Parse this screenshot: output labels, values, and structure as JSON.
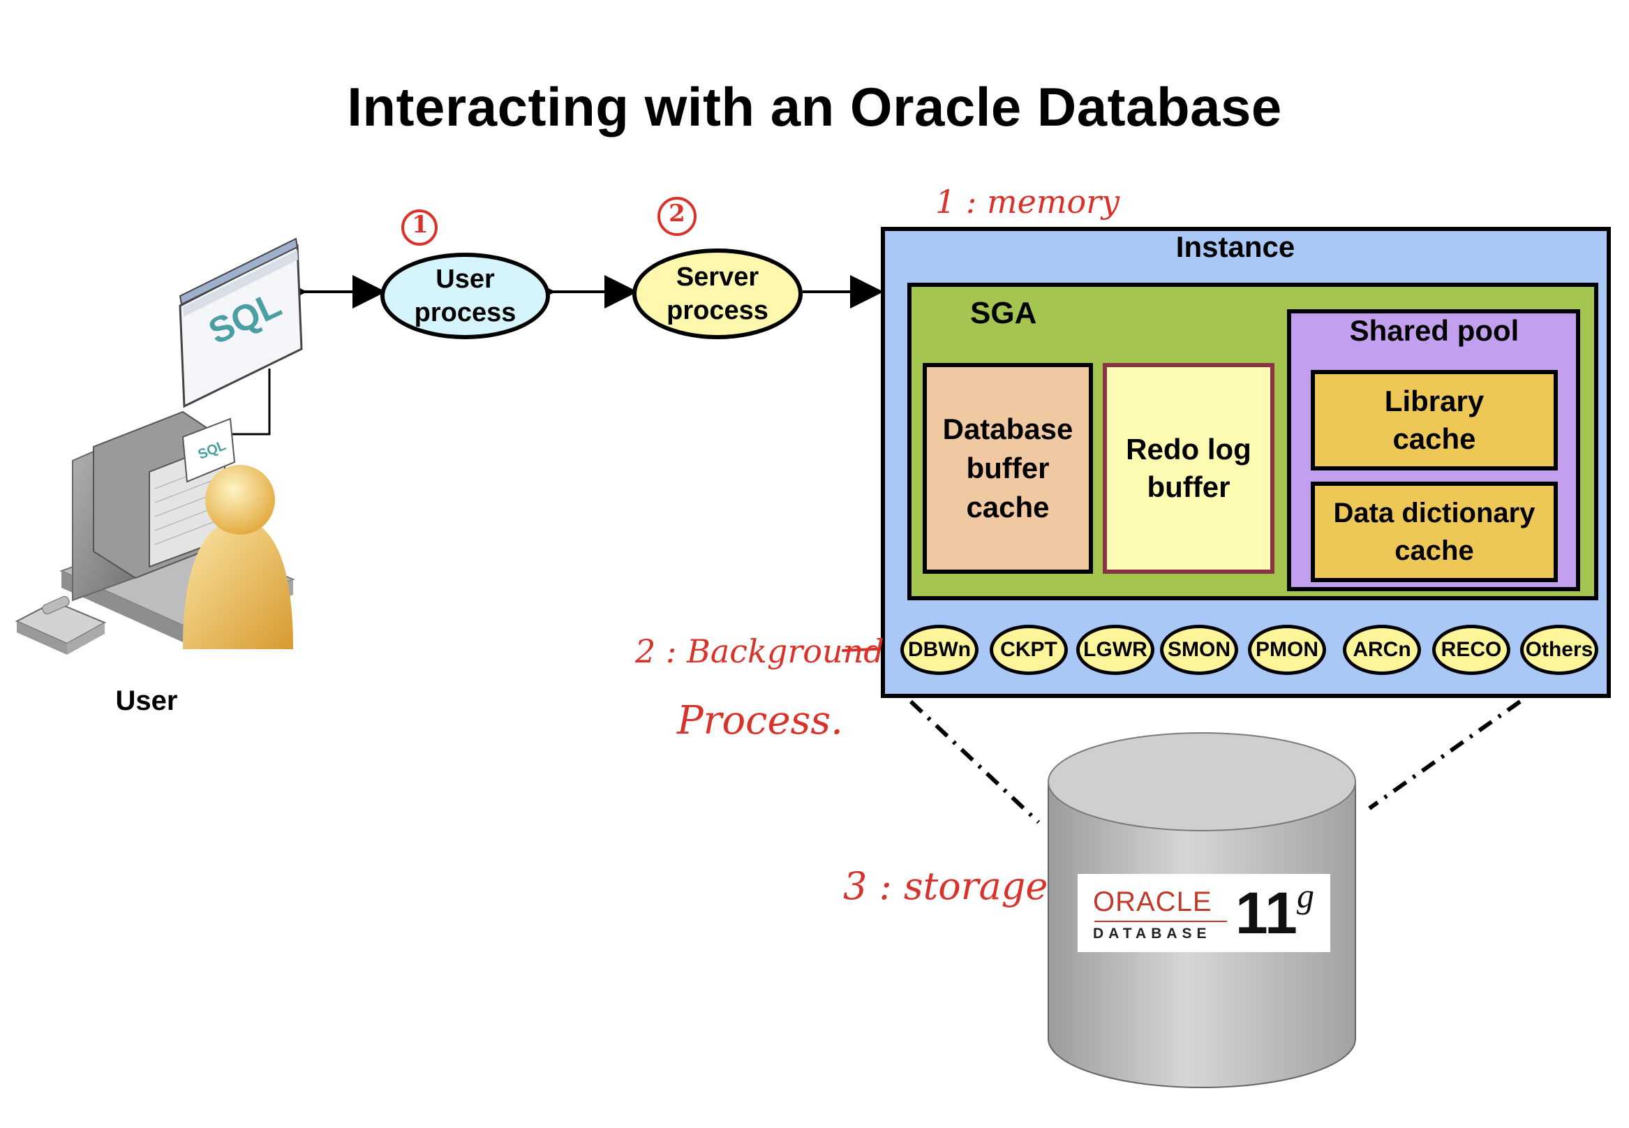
{
  "title": "Interacting with an Oracle Database",
  "user_label": "User",
  "sql_screen_text": "SQL",
  "sql_small_text": "SQL",
  "user_process": {
    "label": "User\nprocess",
    "number": "1"
  },
  "server_process": {
    "label": "Server\nprocess",
    "number": "2"
  },
  "instance": {
    "label": "Instance",
    "sga": {
      "label": "SGA",
      "db_buffer_cache": "Database\nbuffer\ncache",
      "redo_log_buffer": "Redo log\nbuffer",
      "shared_pool": {
        "label": "Shared pool",
        "library_cache": "Library\ncache",
        "data_dictionary_cache": "Data dictionary\ncache"
      }
    },
    "background_processes": [
      "DBWn",
      "CKPT",
      "LGWR",
      "SMON",
      "PMON",
      "ARCn",
      "RECO",
      "Others"
    ]
  },
  "database": {
    "brand": "ORACLE",
    "product": "DATABASE",
    "version": "11",
    "version_sup": "g"
  },
  "annotations": {
    "memory": "1 : memory",
    "background": "2 : Background",
    "process": "Process.",
    "storage": "3 : storage"
  },
  "colors": {
    "instance_bg": "#a9c8f5",
    "sga_bg": "#a4c651",
    "db_buffer_bg": "#f0c9a2",
    "redo_bg": "#fdfbb2",
    "shared_pool_bg": "#c2a0ef",
    "cache_bg": "#eec857",
    "user_process_bg": "#d6f4fb",
    "server_process_bg": "#fdf8ae",
    "annotation_red": "#d8322a"
  }
}
